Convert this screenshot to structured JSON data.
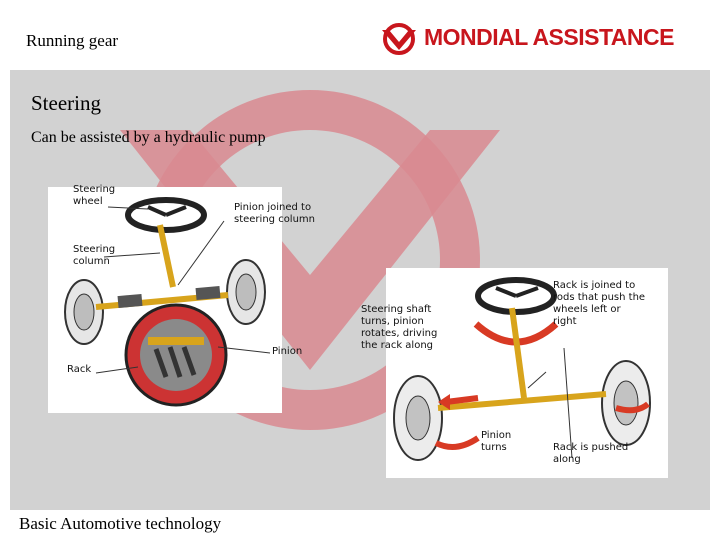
{
  "header": {
    "title": "Running gear"
  },
  "brand": {
    "name": "MONDIAL ASSISTANCE",
    "color": "#c8161d",
    "logo": "mondial-chevron-logo"
  },
  "slide": {
    "title": "Steering",
    "subtitle": "Can be assisted by a hydraulic pump",
    "footer": "Basic Automotive technology"
  },
  "diagram_left": {
    "steering_wheel": [
      "Steering",
      "wheel"
    ],
    "pinion_joined": [
      "Pinion joined to",
      "steering column"
    ],
    "steering_column": [
      "Steering",
      "column"
    ],
    "pinion": "Pinion",
    "rack": "Rack"
  },
  "diagram_right": {
    "shaft_turns": [
      "Steering shaft",
      "turns, pinion",
      "rotates, driving",
      "the rack along"
    ],
    "rack_joined": [
      "Rack is joined to",
      "rods that push the",
      "wheels left or",
      "right"
    ],
    "pinion_turns": [
      "Pinion",
      "turns"
    ],
    "rack_pushed": [
      "Rack is pushed",
      "along"
    ]
  }
}
